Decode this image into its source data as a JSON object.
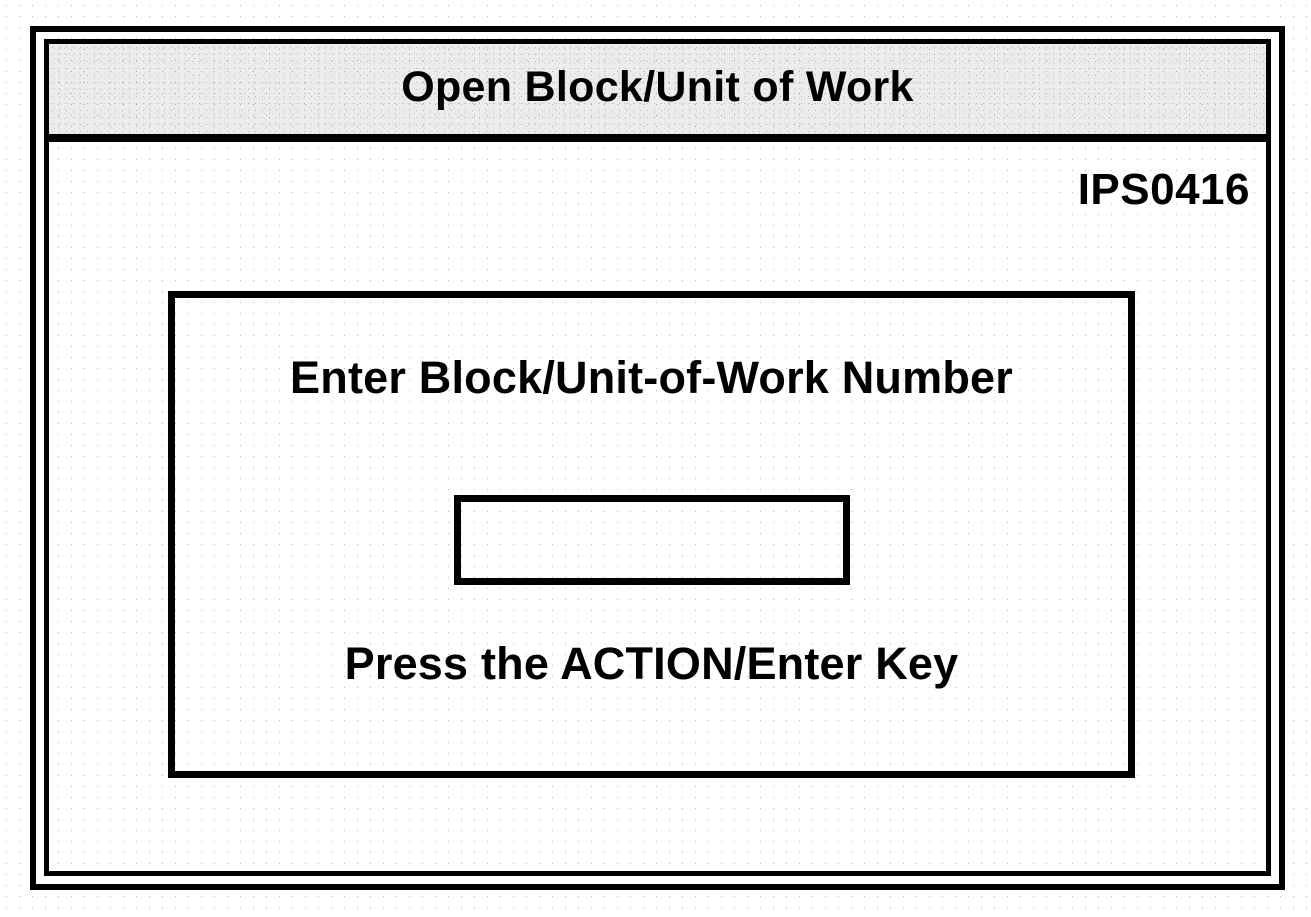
{
  "window": {
    "title": "Open Block/Unit of Work",
    "screen_id": "IPS0416",
    "title_bar_bg": "#ececec",
    "frame_color": "#000000",
    "background": "#ffffff"
  },
  "panel": {
    "prompt_label": "Enter Block/Unit-of-Work Number",
    "instruction_label": "Press the ACTION/Enter Key"
  },
  "entry_field": {
    "value": "",
    "placeholder": ""
  }
}
